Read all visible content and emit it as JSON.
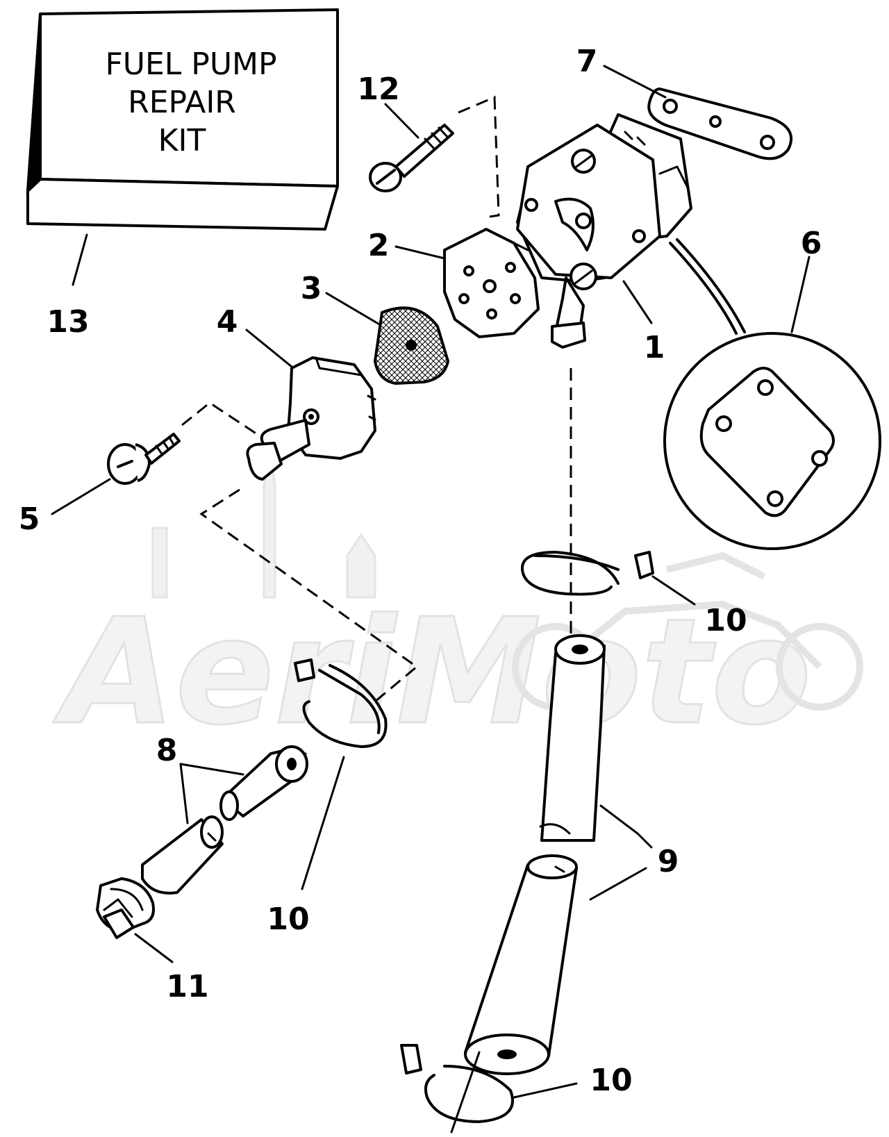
{
  "kit_box": {
    "line1": "FUEL PUMP",
    "line2": "REPAIR",
    "line3": "KIT"
  },
  "callouts": {
    "c1": "1",
    "c2": "2",
    "c3": "3",
    "c4": "4",
    "c5": "5",
    "c6": "6",
    "c7": "7",
    "c8": "8",
    "c9": "9",
    "c10_right": "10",
    "c10_left": "10",
    "c10_bottom": "10",
    "c11": "11",
    "c12": "12",
    "c13": "13"
  },
  "watermark": "AeriMoto"
}
